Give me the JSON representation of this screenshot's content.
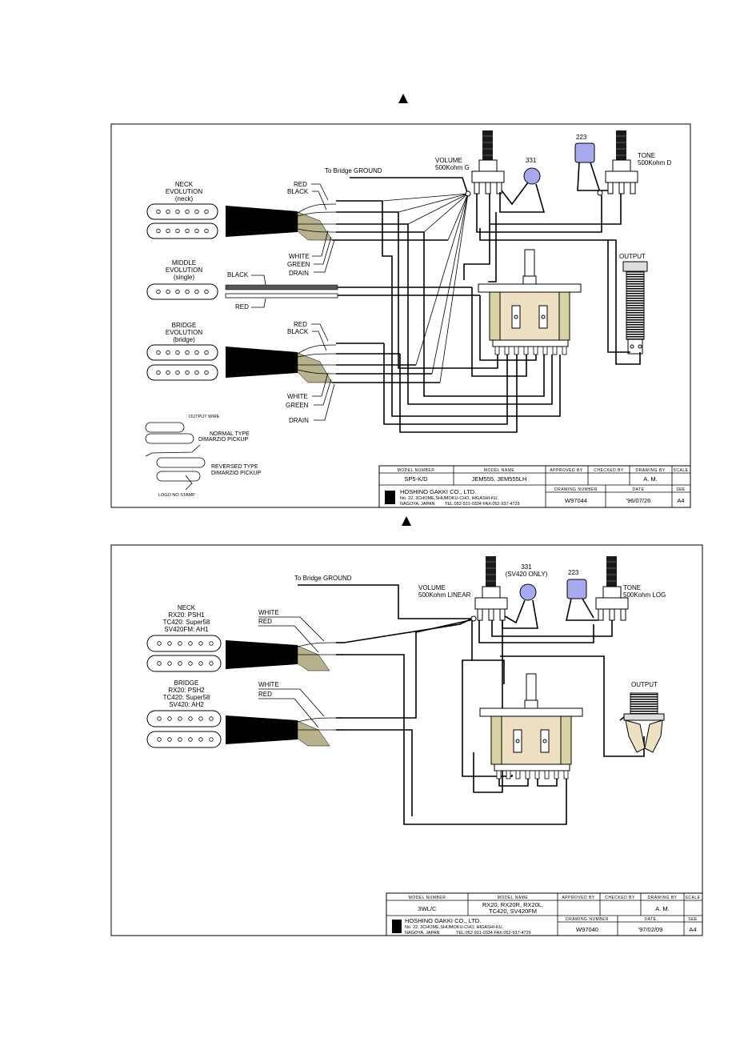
{
  "colors": {
    "line": "#000000",
    "capacitor": "#a8a8ee",
    "switch_cream": "#ecdfc2",
    "switch_side": "#d8d3a2",
    "cable_tan": "#b7b18c",
    "pot_shaft": "#1a1a1a"
  },
  "diagram1": {
    "neck": {
      "name": "NECK",
      "model": "EVOLUTION",
      "position": "(neck)"
    },
    "middle": {
      "name": "MIDDLE",
      "model": "EVOLUTION",
      "position": "(single)"
    },
    "bridge": {
      "name": "BRIDGE",
      "model": "EVOLUTION",
      "position": "(bridge)"
    },
    "wires": {
      "red": "RED",
      "black": "BLACK",
      "white": "WHITE",
      "green": "GREEN",
      "drain": "DRAIN"
    },
    "to_bridge_ground": "To Bridge GROUND",
    "volume": {
      "label": "VOLUME",
      "value": "500Kohm G"
    },
    "tone": {
      "label": "TONE",
      "value": "500Kohm D"
    },
    "cap_small": "331",
    "cap_tone": "223",
    "output": "OUTPUT",
    "legend": {
      "output_wire": "OUTPUT WIRE",
      "normal": "NORMAL TYPE",
      "reversed": "REVERSED TYPE",
      "dimarzio": "DIMARZIO PICKUP",
      "logo": "LOGO NO STAMP"
    },
    "title_block": {
      "model_number_head": "MODEL NUMBER",
      "model_name_head": "MODEL NAME",
      "approved_head": "APPROVED BY",
      "checked_head": "CHECKED BY",
      "drawing_head": "DRAWING BY",
      "scale_head": "SCALE",
      "model_number": "SP5-K/D",
      "model_name": "JEM555, JEM555LH",
      "drawing_by": "A. M.",
      "company": "HOSHINO GAKKI CO., LTD.",
      "address1": "No. 22, 3CHOME,SHUMOKU-CHO, HIGASHI-KU,",
      "address2": "NAGOYA, JAPAN",
      "tel": "TEL:052-931-0334  FAX:052-937-4729",
      "drawing_number_head": "DRAWING NUMBER",
      "date_head": "DATE",
      "see_head": "SEE",
      "drawing_number": "W97044",
      "date": "'96/07/26",
      "see": "A4"
    }
  },
  "diagram2": {
    "to_bridge_ground": "To Bridge GROUND",
    "neck": {
      "name": "NECK",
      "line1": "RX20: PSH1",
      "line2": "TC420: Super58",
      "line3": "SV420FM: AH1"
    },
    "bridge": {
      "name": "BRIDGE",
      "line1": "RX20: PSH2",
      "line2": "TC420: Super58",
      "line3": "SV420: AH2"
    },
    "wires": {
      "white": "WHITE",
      "red": "RED"
    },
    "volume": {
      "label": "VOLUME",
      "value": "500Kohm LINEAR"
    },
    "tone": {
      "label": "TONE",
      "value": "500Kohm LOG"
    },
    "cap_small": "331",
    "cap_small_note": "(SV420 ONLY)",
    "cap_tone": "223",
    "output": "OUTPUT",
    "title_block": {
      "model_number_head": "MODEL NUMBER",
      "model_name_head": "MODEL NAME",
      "approved_head": "APPROVED BY",
      "checked_head": "CHECKED BY",
      "drawing_head": "DRAWING BY",
      "scale_head": "SCALE",
      "model_number": "3WL/C",
      "model_name_1": "RX20, RX20R, RX20L,",
      "model_name_2": "TC420, SV420FM",
      "drawing_by": "A. M.",
      "company": "HOSHINO GAKKI CO., LTD.",
      "address1": "No. 22, 3CHOME,SHUMOKU-CHO, HIGASHI-KU,",
      "address2": "NAGOYA, JAPAN",
      "tel": "TEL:052-931-0334  FAX:052-937-4729",
      "drawing_number_head": "DRAWING NUMBER",
      "date_head": "DATE",
      "see_head": "SEE",
      "drawing_number": "W97040",
      "date": "'97/02/09",
      "see": "A4"
    }
  }
}
